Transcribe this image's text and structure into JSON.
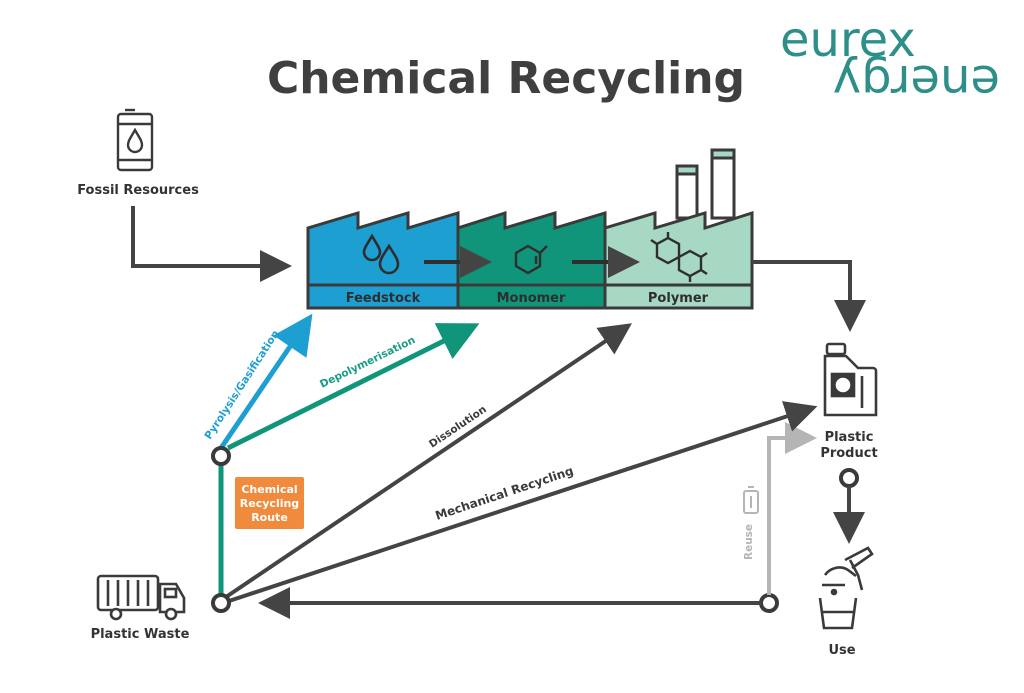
{
  "title": "Chemical Recycling",
  "logo": {
    "line1": "eurex",
    "line2": "energy",
    "color": "#2e8f8a"
  },
  "factory": {
    "stages": [
      {
        "label": "Feedstock",
        "color": "#1e9fd2",
        "icon": "droplets-icon"
      },
      {
        "label": "Monomer",
        "color": "#11957a",
        "icon": "monomer-molecule-icon"
      },
      {
        "label": "Polymer",
        "color": "#a7d8c3",
        "icon": "polymer-molecule-icon"
      }
    ]
  },
  "nodes": {
    "fossil": "Fossil Resources",
    "product_line1": "Plastic",
    "product_line2": "Product",
    "use": "Use",
    "waste": "Plastic Waste"
  },
  "routes": {
    "pyrolysis": "Pyrolysis/Gasification",
    "depolymerisation": "Depolymerisation",
    "dissolution": "Dissolution",
    "mechanical": "Mechanical Recycling",
    "reuse": "Reuse"
  },
  "chemical_route_box": {
    "line1": "Chemical",
    "line2": "Recycling",
    "line3": "Route",
    "color": "#f08a3c"
  },
  "colors": {
    "arrow_dark": "#444444",
    "pyrolysis": "#1e9fd2",
    "depolymerisation": "#11957a",
    "reuse": "#b5b5b5"
  }
}
